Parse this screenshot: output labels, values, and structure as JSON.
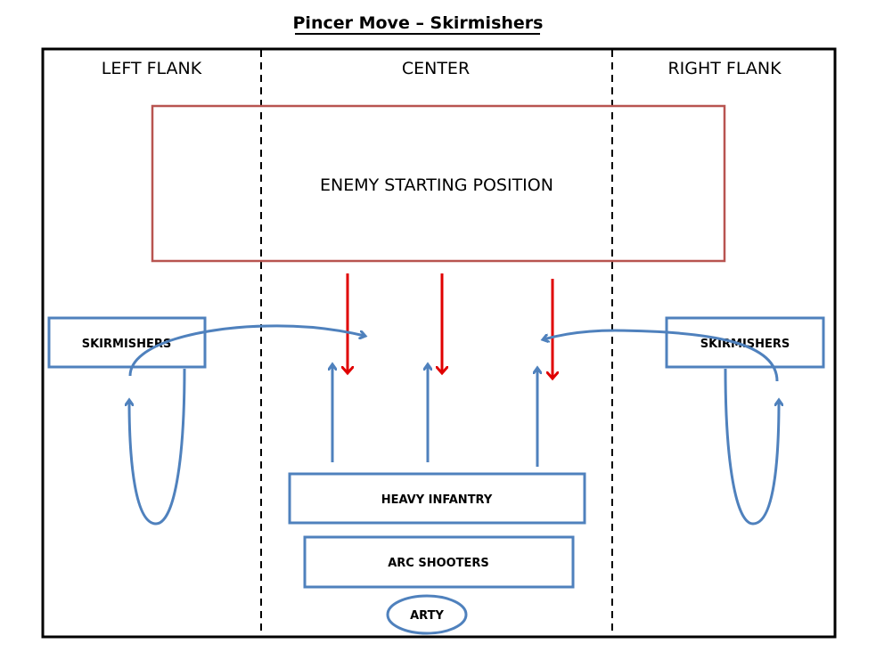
{
  "title": "Pincer Move – Skirmishers",
  "zones": {
    "left": "LEFT FLANK",
    "center": "CENTER",
    "right": "RIGHT FLANK"
  },
  "enemy": {
    "label": "ENEMY STARTING POSITION",
    "border_color": "#b85450"
  },
  "units": {
    "left_skirmishers": "SKIRMISHERS",
    "right_skirmishers": "SKIRMISHERS",
    "heavy_infantry": "HEAVY INFANTRY",
    "arc_shooters": "ARC SHOOTERS",
    "arty": "ARTY"
  },
  "colors": {
    "friendly": "#4f81bd",
    "enemy_arrow": "#e00000",
    "border": "#000000"
  },
  "enemy_advance_arrows": 3,
  "friendly_advance_arrows": 3
}
